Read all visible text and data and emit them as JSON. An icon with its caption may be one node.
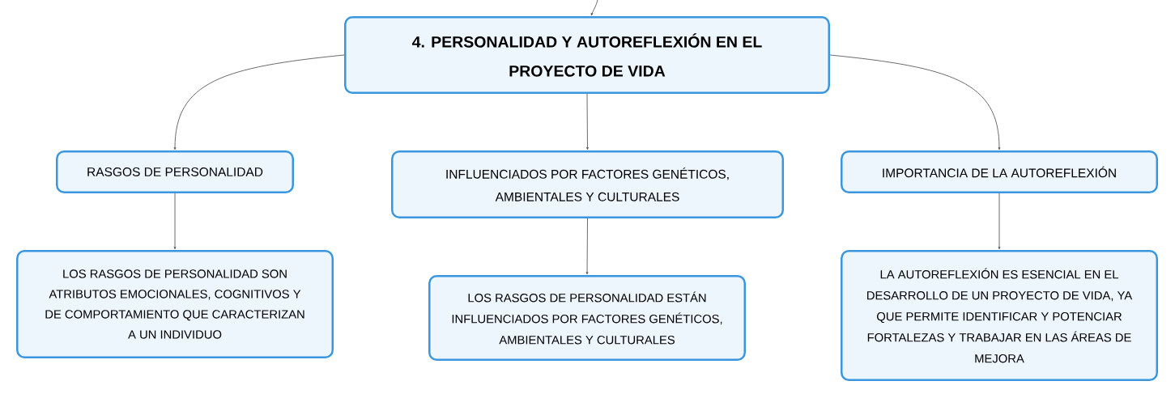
{
  "diagram": {
    "nodes": [
      {
        "text": [
          "4. PERSONALIDAD Y AUTOREFLEXIÓN EN EL PROYECTO DE VIDA"
        ]
      },
      {
        "text": [
          "RASGOS DE PERSONALIDAD"
        ]
      },
      {
        "text": [
          "INFLUENCIADOS POR FACTORES GENÉTICOS, AMBIENTALES Y CULTURALES"
        ]
      },
      {
        "text": [
          "IMPORTANCIA DE LA AUTOREFLEXIÓN"
        ]
      },
      {
        "text": [
          "LOS RASGOS DE PERSONALIDAD SON ATRIBUTOS EMOCIONALES, COGNITIVOS Y DE COMPORTAMIENTO QUE CARACTERIZAN A UN INDIVIDUO"
        ]
      },
      {
        "text": [
          "LOS RASGOS DE PERSONALIDAD ESTÁN INFLUENCIADOS POR FACTORES GENÉTICOS, AMBIENTALES Y CULTURALES"
        ]
      },
      {
        "text": [
          "LA AUTOREFLEXIÓN ES ESENCIAL EN EL DESARROLLO DE UN PROYECTO DE VIDA, YA QUE PERMITE IDENTIFICAR Y POTENCIAR FORTALEZAS Y TRABAJAR EN LAS ÁREAS DE MEJORA"
        ]
      }
    ],
    "edges": [
      {
        "from": null,
        "to": 0,
        "arrow": "to"
      },
      {
        "from": 0,
        "to": 1,
        "arrow": "to"
      },
      {
        "from": 0,
        "to": 2,
        "arrow": "to"
      },
      {
        "from": 0,
        "to": 3,
        "arrow": "to"
      },
      {
        "from": 1,
        "to": 4,
        "arrow": "to"
      },
      {
        "from": 2,
        "to": 5,
        "arrow": "to"
      },
      {
        "from": 3,
        "to": 6,
        "arrow": "to"
      }
    ]
  }
}
